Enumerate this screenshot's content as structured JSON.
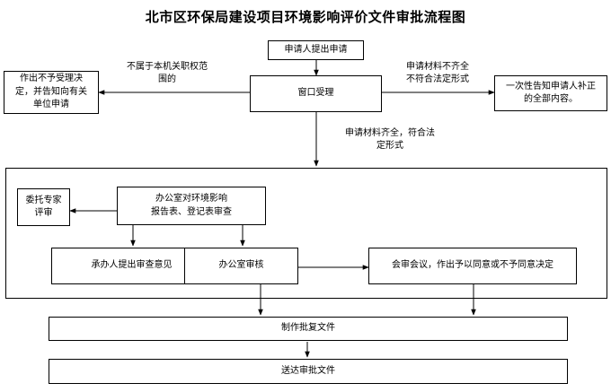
{
  "title": "北市区环保局建设项目环境影响评价文件审批流程图",
  "nodes": {
    "apply": "申请人提出申请",
    "window": "窗口受理",
    "reject": "作出不予受理决\n定，并告知向有关\n单位申请",
    "supplement": "一次性告知申请人补正\n的全部内容。",
    "office_review": "办公室对环境影响\n报告表、登记表审查",
    "expert": "委托专家\n评审",
    "handler_opinion": "承办人提出审查意见",
    "office_audit": "办公室审核",
    "meeting": "会审会议，作出予以同意或不予同意决定",
    "make_doc": "制作批复文件",
    "deliver": "送达审批文件"
  },
  "edge_labels": {
    "not_in_scope": "不属于本机关职权范\n围的",
    "incomplete": "申请材料不齐全\n不符合法定形式",
    "complete": "申请材料齐全，符合法\n定形式"
  }
}
